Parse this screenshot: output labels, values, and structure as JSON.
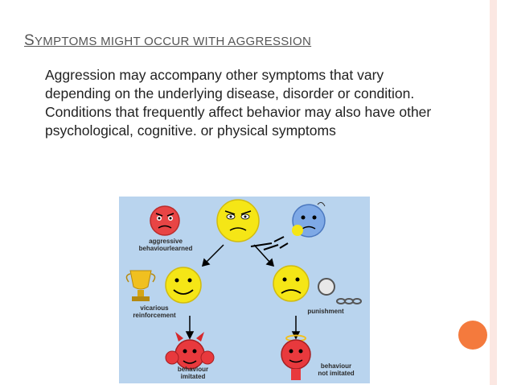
{
  "slide": {
    "title_first": "S",
    "title_rest": "YMPTOMS MIGHT OCCUR WITH AGGRESSION",
    "paragraph": "Aggression may accompany other symptoms that vary depending on the underlying disease, disorder or condition. Conditions that frequently affect behavior may also have other psychological, cognitive. or physical symptoms"
  },
  "diagram": {
    "labels": {
      "aggressive_line1": "aggressive",
      "aggressive_line2": "behaviourlearned",
      "vicarious_line1": "vicarious",
      "vicarious_line2": "reinforcement",
      "punishment": "punishment",
      "imitated_line1": "behaviour",
      "imitated_line2": "imitated",
      "not_imitated_line1": "behaviour",
      "not_imitated_line2": "not imitated"
    },
    "icons": [
      "angry-red-face-icon",
      "yellow-face-center-icon",
      "blue-crying-face-icon",
      "trophy-icon",
      "happy-yellow-face-icon",
      "sad-yellow-face-icon",
      "chain-shackle-icon",
      "devil-face-icon",
      "angel-face-icon"
    ]
  },
  "colors": {
    "accent": "#f47a3d",
    "title": "#555555",
    "diagram_bg": "#b9d4ee"
  }
}
